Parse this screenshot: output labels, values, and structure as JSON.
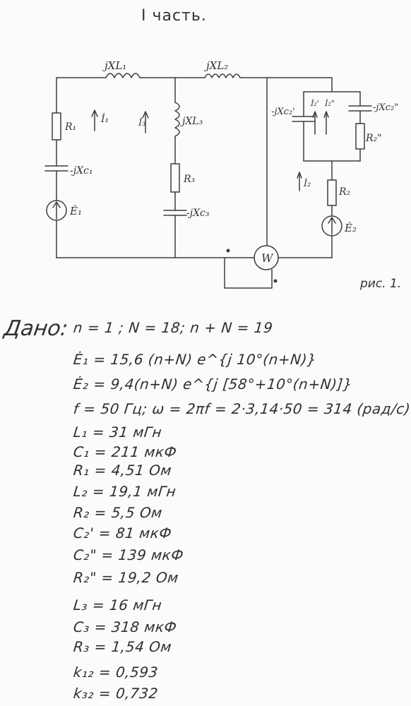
{
  "title": "I часть.",
  "figure_caption": "рис. 1.",
  "circuit_labels": {
    "xl1": "jXL₁",
    "xl2": "jXL₂",
    "xl3": "jXL₃",
    "r1": "R₁",
    "xc1": "-jXc₁",
    "e1": "Ė₁",
    "i1": "İ₁",
    "i3": "İ₃",
    "r3": "R₃",
    "xc3": "-jXc₃",
    "xc2p": "-jXc₂'",
    "xc2pp": "-jXc₂\"",
    "i2p": "İ₂'",
    "i2pp": "İ₂\"",
    "r2pp": "R₂\"",
    "i2": "İ₂",
    "r2": "R₂",
    "e2": "Ė₂",
    "wattmeter": "W"
  },
  "given": {
    "label": "Дано:",
    "lines": [
      "n = 1 ; N = 18; n + N = 19",
      "Ė₁ = 15,6 (n+N) e^{j 10°(n+N)}",
      "Ė₂ = 9,4(n+N) e^{j [58°+10°(n+N)]}",
      "f = 50 Гц; ω = 2πf = 2·3,14·50 = 314 (рад/с)",
      "L₁ = 31 мГн",
      "C₁ = 211 мкФ",
      "R₁ = 4,51 Ом",
      "L₂ = 19,1 мГн",
      "R₂ = 5,5 Ом",
      "C₂' = 81 мкФ",
      "C₂\" = 139 мкФ",
      "R₂\" = 19,2 Ом",
      "L₃ = 16 мГн",
      "C₃ = 318 мкФ",
      "R₃ = 1,54 Ом",
      "k₁₂ = 0,593",
      "k₃₂ = 0,732"
    ]
  }
}
